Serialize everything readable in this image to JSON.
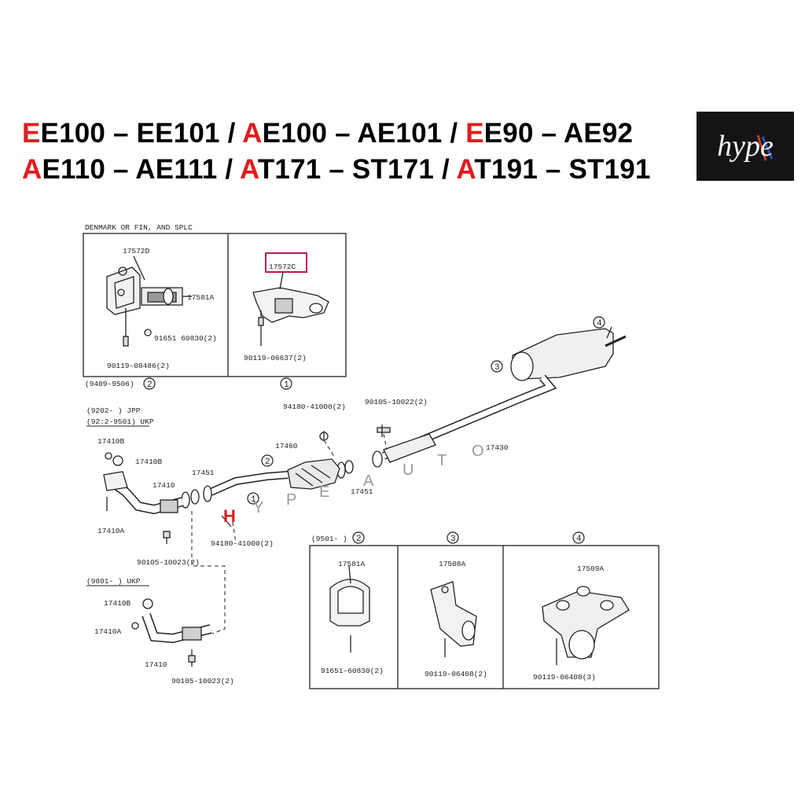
{
  "header": {
    "line1": [
      {
        "red": "E",
        "rest": "E100 – EE101 / "
      },
      {
        "red": "A",
        "rest": "E100 – AE101 / "
      },
      {
        "red": "E",
        "rest": "E90 – AE92"
      }
    ],
    "line2": [
      {
        "red": "A",
        "rest": "E110 – AE111 / "
      },
      {
        "red": "A",
        "rest": "T171 – ST171 / "
      },
      {
        "red": "A",
        "rest": "T191 – ST191"
      }
    ]
  },
  "logo": {
    "text": "hype"
  },
  "diagram": {
    "inset_top": {
      "caption": "DENMARK OR FIN, AND SPLC",
      "left_date": "(9409-9506)",
      "left_circle": "2",
      "right_circle": "1",
      "left_labels": {
        "p1": "17572D",
        "p2": "17581A",
        "p3": "91651  60830(2)",
        "p4": "90119-08486(2)"
      },
      "right_labels": {
        "p1": "17572C",
        "p2": "90119-06637(2)"
      }
    },
    "main": {
      "jpp_label": "(9202-    ) JPP",
      "ukp_label": "(92:2-9501) UKP",
      "ukp2_label": "(9801-     ) UKP",
      "labels": {
        "l17410B_1": "17410B",
        "l17410B_2": "17410B",
        "l17410": "17410",
        "l17410A": "17410A",
        "l17451_a": "17451",
        "l17460": "17460",
        "l17451_b": "17451",
        "l17430": "17430",
        "l94180_top": "94180-41000(2)",
        "l90105_top": "90105-10022(2)",
        "l94180_bot": "94180-41000(2)",
        "l90105_mid": "90105-10023(2)",
        "l17410B_3": "17410B",
        "l17410A_2": "17410A",
        "l17410_2": "17410",
        "l90105_bot": "90105-10023(2)"
      },
      "circles": {
        "c1": "1",
        "c2": "2",
        "c3": "3",
        "c4": "4"
      }
    },
    "inset_bottom": {
      "date": "(9501-     )",
      "circle_a": "2",
      "circle_b": "3",
      "circle_c": "4",
      "p_a": "17581A",
      "p_b": "17508A",
      "p_c": "17509A",
      "b_a": "91651-60830(2)",
      "b_b": "90119-06408(2)",
      "b_c": "90119-06408(3)"
    },
    "watermark": {
      "h": "H",
      "letters": [
        "Y",
        "P",
        "E",
        "A",
        "U",
        "T",
        "O"
      ]
    }
  }
}
